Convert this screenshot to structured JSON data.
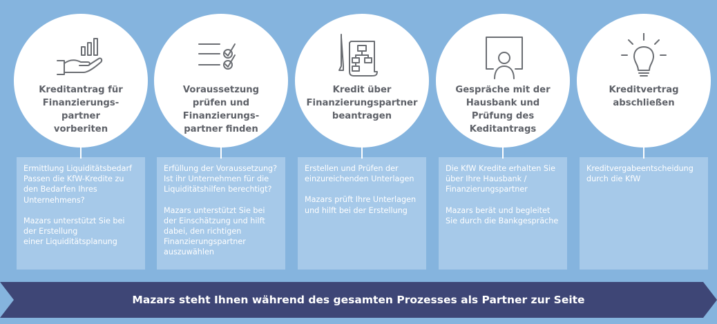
{
  "colors": {
    "background": "#85b4de",
    "circle": "#ffffff",
    "box": "#a6c9e9",
    "title_text": "#5e6168",
    "icon": "#6a6d72",
    "banner": "#3e4676"
  },
  "steps": [
    {
      "icon": "hand-chart-icon",
      "title": "Kreditantrag für\nFinanzierungs-\npartner\nvorberiten",
      "paragraphs": [
        "Ermittlung Liquiditätsbedarf\nPassen die KfW-Kredite zu\nden Bedarfen Ihres\nUnternehmens?",
        "Mazars unterstützt Sie bei\nder Erstellung\neiner Liquiditätsplanung"
      ]
    },
    {
      "icon": "checklist-icon",
      "title": "Voraussetzung\nprüfen und\nFinanzierungs-\npartner finden",
      "paragraphs": [
        "Erfüllung der Voraussetzung?\nIst ihr Unternehmen für die\nLiquiditätshilfen berechtigt?",
        "Mazars unterstützt Sie bei\nder Einschätzung und hilft\ndabei, den richtigen\nFinanzierungspartner\nauszuwählen"
      ]
    },
    {
      "icon": "document-flowchart-icon",
      "title": "Kredit über\nFinanzierungspartner\nbeantragen",
      "paragraphs": [
        "Erstellen und Prüfen der\neinzureichenden Unterlagen",
        "Mazars prüft Ihre Unterlagen\nund hilft bei der Erstellung"
      ]
    },
    {
      "icon": "presenter-icon",
      "title": "Gespräche mit der\nHausbank und\nPrüfung des\nKeditantrags",
      "paragraphs": [
        "Die KfW Kredite erhalten Sie\nüber Ihre Hausbank /\nFinanzierungspartner",
        "Mazars berät und begleitet\nSie durch die Bankgespräche"
      ]
    },
    {
      "icon": "lightbulb-icon",
      "title": "Kreditvertrag\nabschließen",
      "paragraphs": [
        "Kreditvergabeentscheidung\ndurch die KfW"
      ]
    }
  ],
  "banner": {
    "text": "Mazars steht Ihnen während des gesamten Prozesses als Partner zur Seite"
  }
}
